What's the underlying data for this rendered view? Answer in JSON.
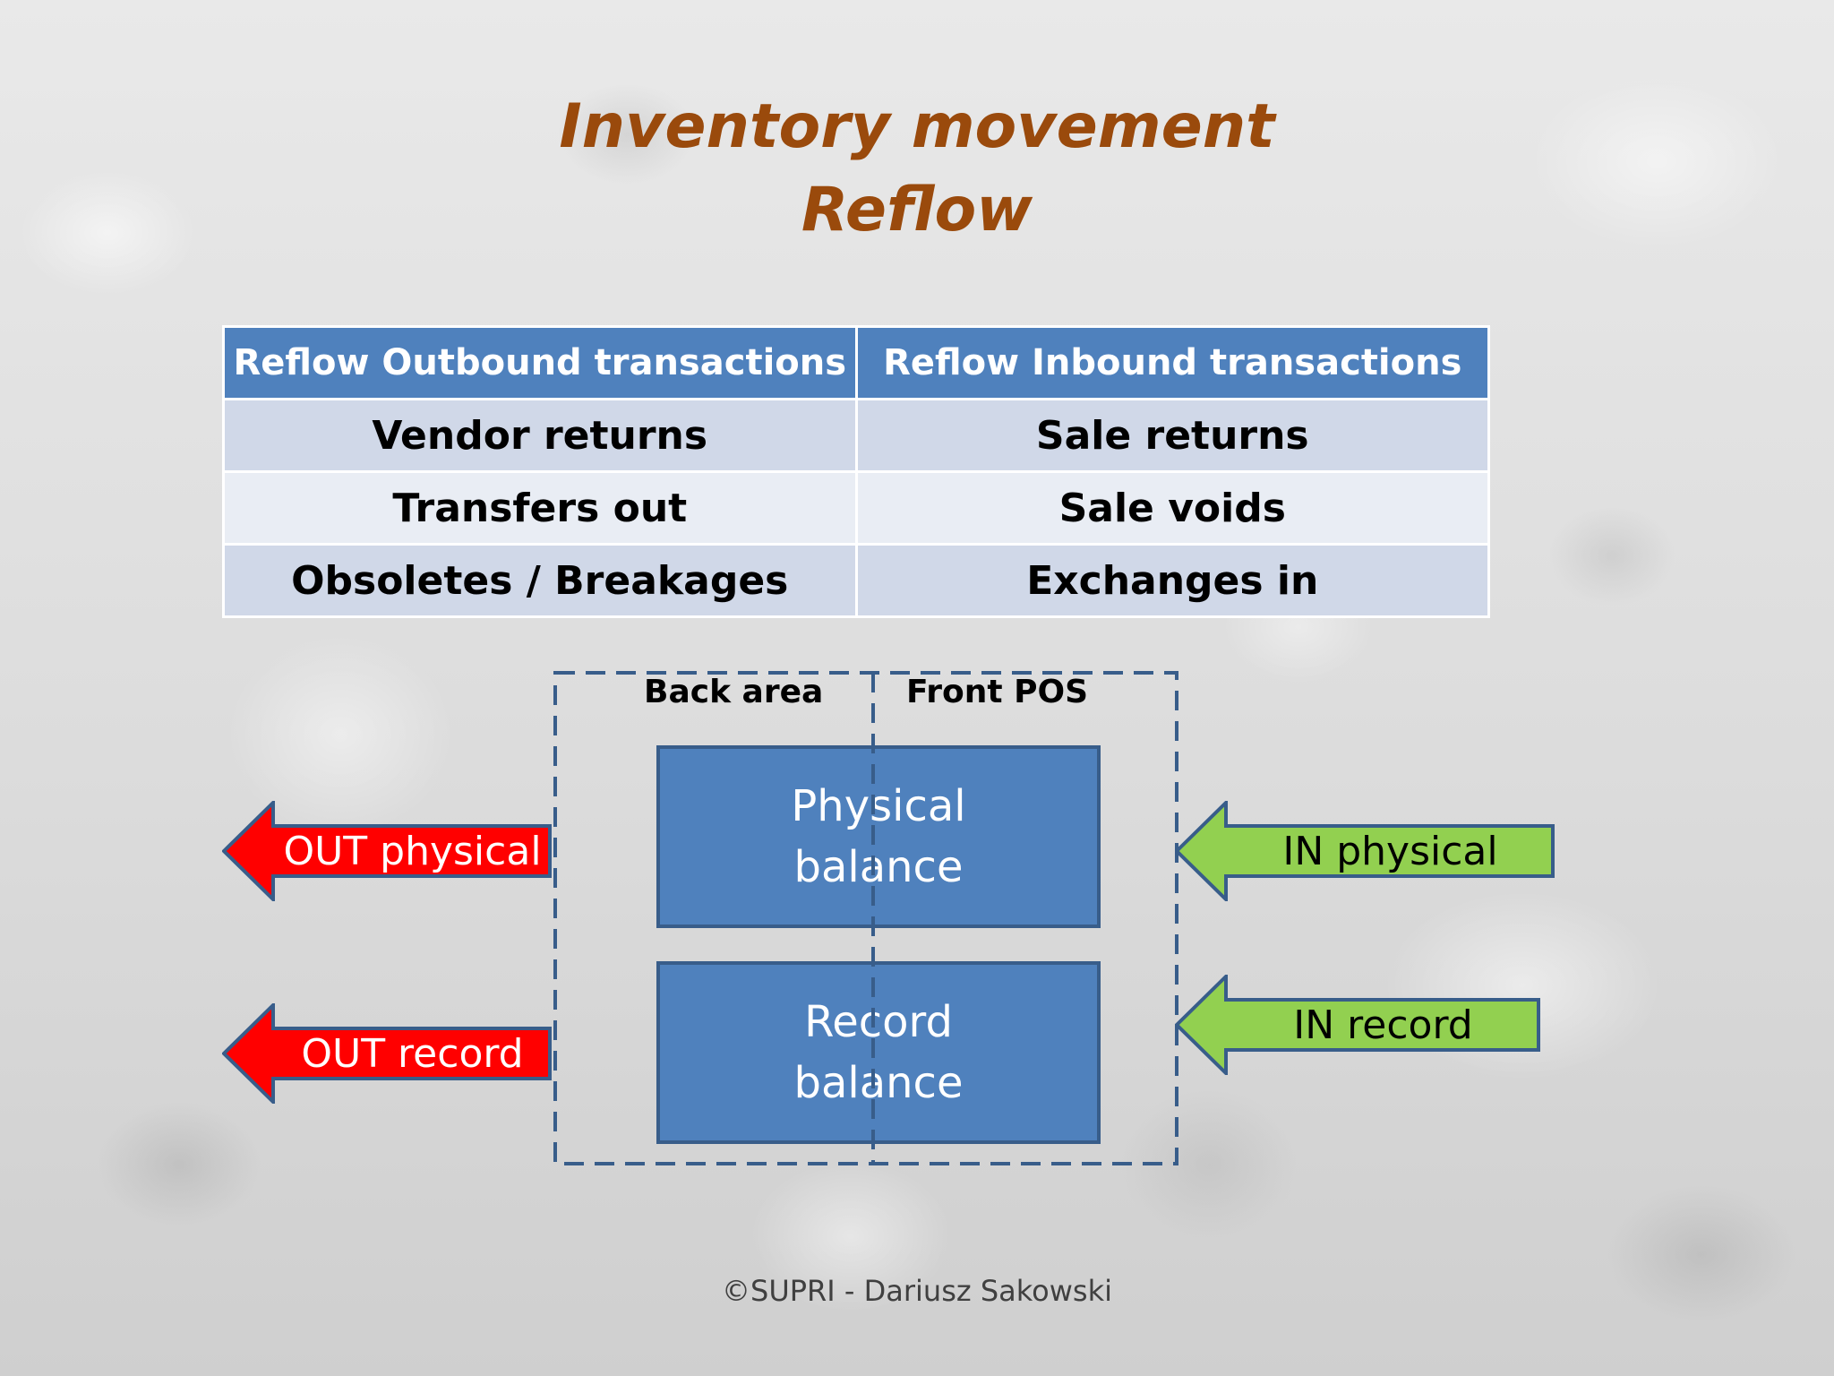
{
  "slide": {
    "title_line1": "Inventory movement",
    "title_line2": "Reflow",
    "footer": "©SUPRI - Dariusz Sakowski"
  },
  "table": {
    "headers": [
      "Reflow Outbound transactions",
      "Reflow Inbound transactions"
    ],
    "rows": [
      [
        "Vendor returns",
        "Sale returns"
      ],
      [
        "Transfers out",
        "Sale voids"
      ],
      [
        "Obsoletes / Breakages",
        "Exchanges in"
      ]
    ]
  },
  "diagram": {
    "zone_back": "Back area",
    "zone_front": "Front  POS",
    "box_physical_line1": "Physical",
    "box_physical_line2": "balance",
    "box_record_line1": "Record",
    "box_record_line2": "balance",
    "out_physical": "OUT physical",
    "out_record": "OUT record",
    "in_physical": "IN physical",
    "in_record": "IN record"
  },
  "colors": {
    "title": "#9a4a0c",
    "table_header": "#4f81bd",
    "box_fill": "#4f81bd",
    "box_border": "#385d8a",
    "out_arrow": "#ff0000",
    "in_arrow": "#92d050",
    "arrow_border": "#385d8a",
    "dashed_frame": "#385d8a"
  }
}
